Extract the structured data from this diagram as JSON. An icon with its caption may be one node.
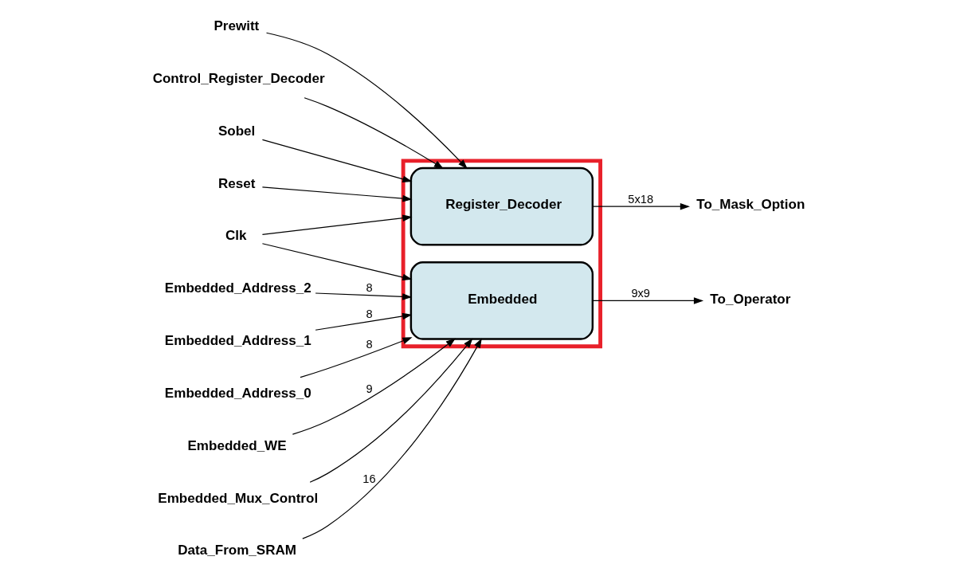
{
  "diagram": {
    "nodes": [
      {
        "text": [],
        "shape": "box"
      },
      {
        "text": [
          "Sobel"
        ]
      },
      {
        "text": [
          "Reset"
        ]
      },
      {
        "text": [
          "Clk"
        ]
      },
      {
        "text": [
          "Prewitt"
        ]
      },
      {
        "text": [
          "Register_Decoder"
        ],
        "in": 0
      },
      {
        "text": [
          "To_Mask_Option"
        ]
      },
      {
        "text": [
          "Control_Register_Decoder"
        ]
      },
      {
        "text": [
          "Embedded"
        ],
        "in": 0
      },
      {
        "text": [
          "To_Operator"
        ]
      },
      {
        "text": [
          "Data_From_SRAM"
        ]
      },
      {
        "text": [
          "Embedded_Address_2"
        ]
      },
      {
        "text": [
          "Embedded_Address_1"
        ]
      },
      {
        "text": [
          "Embedded_Address_0"
        ]
      },
      {
        "text": [
          "Embedded_WE"
        ]
      },
      {
        "text": [
          "Embedded_Mux_Control"
        ]
      }
    ],
    "edges": [
      {
        "from": 1,
        "to": 5,
        "arrow": "to"
      },
      {
        "from": 2,
        "to": 5,
        "arrow": "to"
      },
      {
        "from": 3,
        "to": 5,
        "arrow": "to"
      },
      {
        "from": 4,
        "to": 5,
        "arrow": "to"
      },
      {
        "from": 3,
        "to": 8,
        "arrow": "to"
      },
      {
        "from": 7,
        "to": 5,
        "arrow": "to"
      },
      {
        "from": 5,
        "to": 6,
        "arrow": "to",
        "label": "5x18"
      },
      {
        "from": 8,
        "to": 9,
        "arrow": "to",
        "label": "9x9"
      },
      {
        "from": 10,
        "to": 8,
        "arrow": "to",
        "label": "16"
      },
      {
        "from": 11,
        "to": 8,
        "arrow": "to",
        "label": "8"
      },
      {
        "from": 12,
        "to": 8,
        "arrow": "to",
        "label": "8"
      },
      {
        "from": 13,
        "to": 8,
        "arrow": "to",
        "label": "8"
      },
      {
        "from": 14,
        "to": 8,
        "arrow": "to",
        "label": "9"
      },
      {
        "from": 15,
        "to": 8,
        "arrow": "to"
      }
    ]
  }
}
